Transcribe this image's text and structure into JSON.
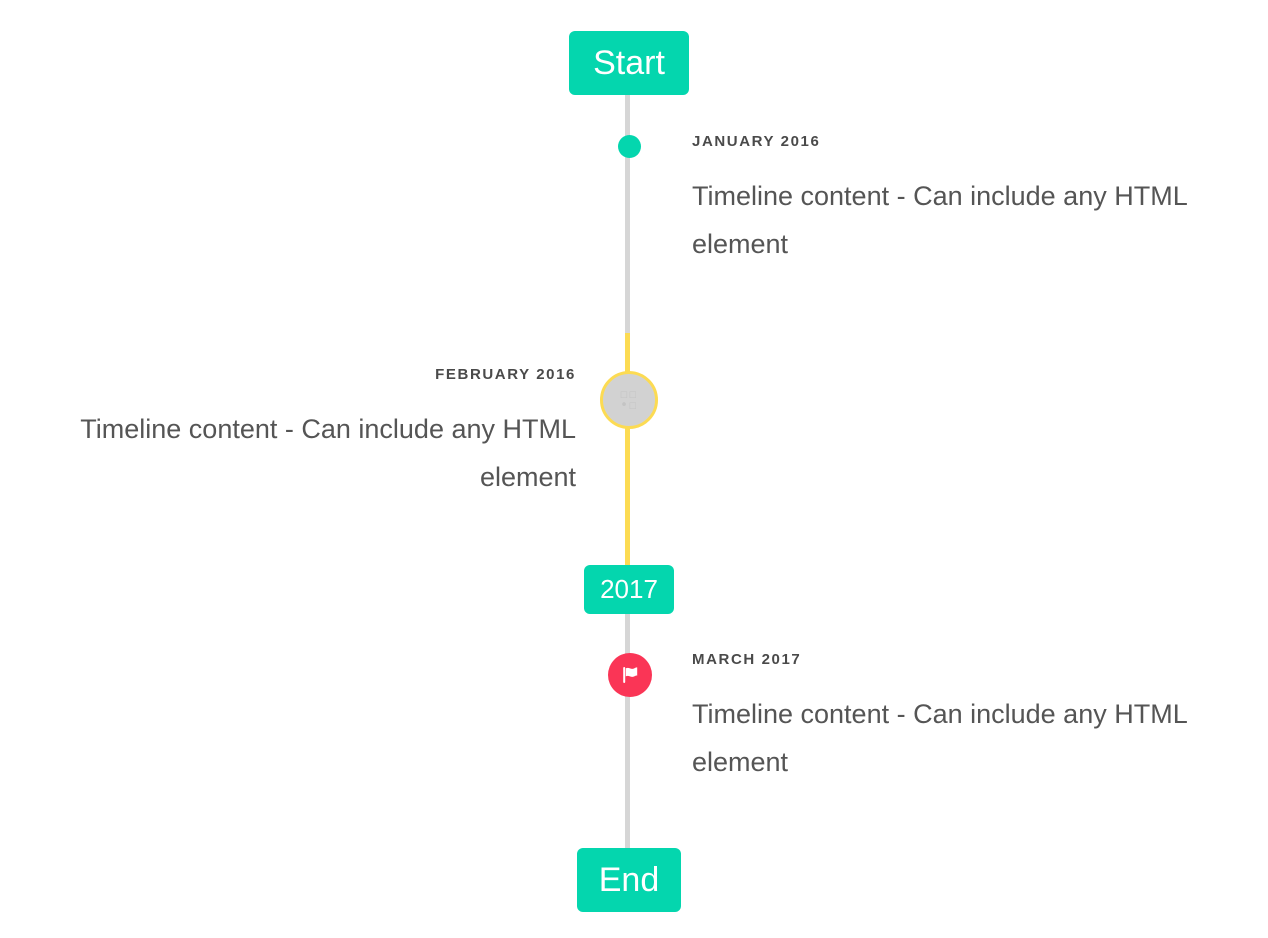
{
  "timeline": {
    "axis": {
      "line_color_default": "#d6d6d6",
      "line_color_highlight": "#fcdb53"
    },
    "caps": {
      "start_label": "Start",
      "middle_label": "2017",
      "end_label": "End",
      "color": "#04d6ae"
    },
    "events": [
      {
        "date": "JANUARY 2016",
        "body": "Timeline content - Can include any HTML element",
        "side": "right",
        "marker": "dot-icon",
        "marker_color": "#04d6ae"
      },
      {
        "date": "FEBRUARY 2016",
        "body": "Timeline content - Can include any HTML element",
        "side": "left",
        "marker": "missing-glyph-icon",
        "marker_color": "#d2d2d2",
        "marker_border_color": "#fcdb53",
        "glyph_line1": "☐☐",
        "glyph_line2": "•☐"
      },
      {
        "date": "MARCH 2017",
        "body": "Timeline content - Can include any HTML element",
        "side": "right",
        "marker": "flag-icon",
        "marker_color": "#fa3556"
      }
    ]
  }
}
